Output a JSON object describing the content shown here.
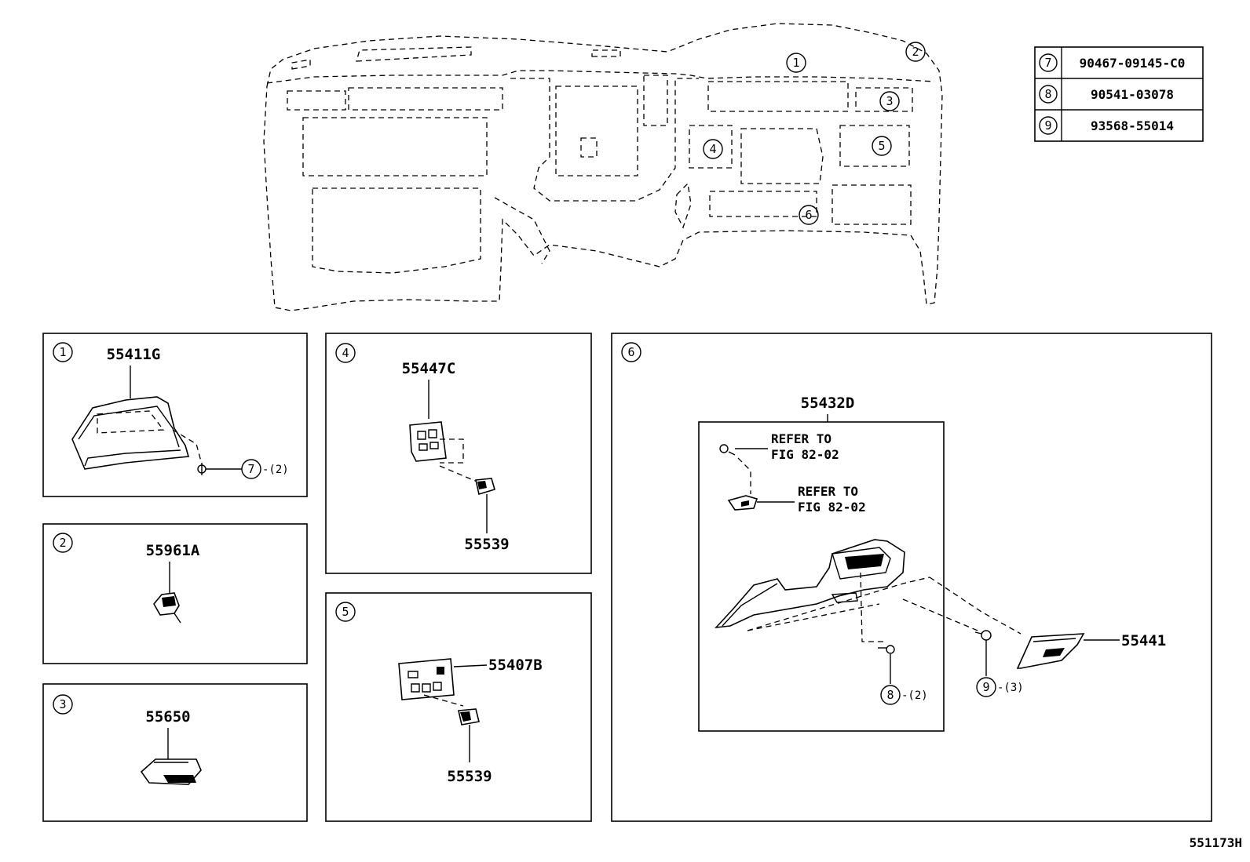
{
  "legend": [
    {
      "ref": "7",
      "part": "90467-09145-C0"
    },
    {
      "ref": "8",
      "part": "90541-03078"
    },
    {
      "ref": "9",
      "part": "93568-55014"
    }
  ],
  "dash_callouts": [
    "1",
    "2",
    "3",
    "4",
    "5",
    "6"
  ],
  "panel1": {
    "ref": "1",
    "part": "55411G",
    "fastener_ref": "7",
    "fastener_qty": "-(2)"
  },
  "panel2": {
    "ref": "2",
    "part": "55961A"
  },
  "panel3": {
    "ref": "3",
    "part": "55650"
  },
  "panel4": {
    "ref": "4",
    "part": "55447C",
    "part2": "55539"
  },
  "panel5": {
    "ref": "5",
    "part": "55407B",
    "part2": "55539"
  },
  "panel6": {
    "ref": "6",
    "assembly": "55432D",
    "refer1_line1": "REFER TO",
    "refer1_line2": "FIG 82-02",
    "refer2_line1": "REFER TO",
    "refer2_line2": "FIG 82-02",
    "part_box": "55441",
    "fastener8_ref": "8",
    "fastener8_qty": "-(2)",
    "fastener9_ref": "9",
    "fastener9_qty": "-(3)"
  },
  "figure_code": "551173H"
}
